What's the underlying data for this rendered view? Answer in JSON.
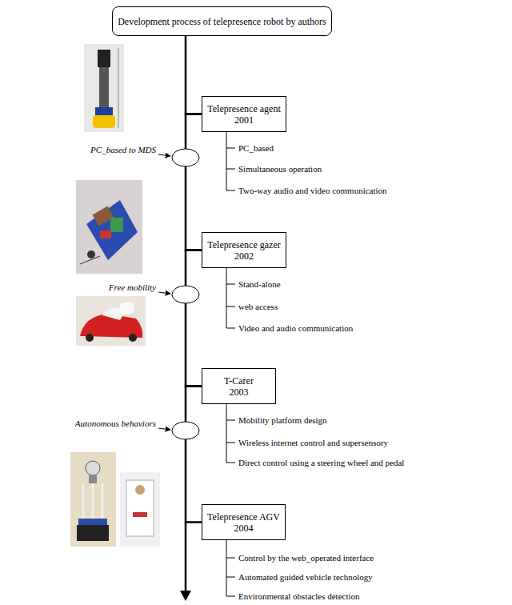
{
  "diagram": {
    "nodes": [
      {
        "text": [
          "Development process of telepresence robot by authors"
        ]
      },
      {
        "text": [
          "Telepresence agent",
          "2001"
        ]
      },
      {
        "text": [
          "Telepresence gazer",
          "2002"
        ]
      },
      {
        "text": [
          "T-Carer",
          "2003"
        ]
      },
      {
        "text": [
          "Telepresence AGV",
          "2004"
        ]
      }
    ],
    "edges": [
      {
        "from": 0,
        "to": 1,
        "arrow": "none"
      },
      {
        "from": 1,
        "to": 2,
        "arrow": "none"
      },
      {
        "from": 2,
        "to": 3,
        "arrow": "none"
      },
      {
        "from": 3,
        "to": 4,
        "arrow": "none"
      }
    ],
    "labels": [
      "PC_based",
      "Simultaneous operation",
      "Two-way audio and video communication",
      "PC_based to MDS",
      "Stand-alone",
      "web access",
      "Video and audio communication",
      "Free mobility",
      "Mobility platform design",
      "Wireless internet control and supersensory",
      "Direct control using a steering wheel and pedal",
      "Autonomous behaviors",
      "Control by the web_operated interface",
      "Automated guided vehicle technology",
      "Environmental obstacles detection"
    ]
  }
}
